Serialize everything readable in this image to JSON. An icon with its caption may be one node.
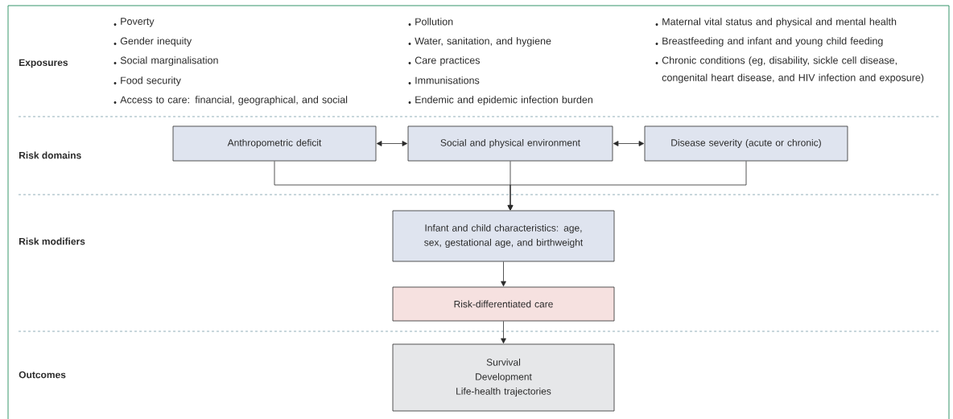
{
  "diagram": {
    "nodes": [
      {
        "text": [
          "Anthropometric deficit"
        ]
      },
      {
        "text": [
          "Social and physical environment"
        ]
      },
      {
        "text": [
          "Disease severity (acute or chronic)"
        ]
      },
      {
        "text": [
          "Infant and child characteristics: age, sex, gestational age, and birthweight"
        ]
      },
      {
        "text": [
          "Risk-differentiated care"
        ]
      },
      {
        "text": [
          "Survival",
          "Development",
          "Life-health trajectories"
        ]
      }
    ],
    "edges": [
      {
        "from": 0,
        "to": 1,
        "arrow": "both"
      },
      {
        "from": 1,
        "to": 2,
        "arrow": "both"
      },
      {
        "from": 0,
        "to": 3,
        "arrow": "to"
      },
      {
        "from": 1,
        "to": 3,
        "arrow": "to"
      },
      {
        "from": 2,
        "to": 3,
        "arrow": "to"
      },
      {
        "from": 3,
        "to": 4,
        "arrow": "to"
      },
      {
        "from": 4,
        "to": 5,
        "arrow": "to"
      }
    ],
    "labels": [
      "Exposures",
      "Poverty",
      "Gender inequity",
      "Social marginalisation",
      "Food security",
      "Access to care: financial, geographical, and social",
      "Pollution",
      "Water, sanitation, and hygiene",
      "Care practices",
      "Immunisations",
      "Endemic and epidemic infection burden",
      "Maternal vital status and physical and mental health",
      "Breastfeeding and infant and young child feeding",
      "Chronic conditions (eg, disability, sickle cell disease, congenital heart disease, and HIV infection and exposure)",
      "Risk domains",
      "Risk modifiers",
      "Outcomes"
    ]
  }
}
